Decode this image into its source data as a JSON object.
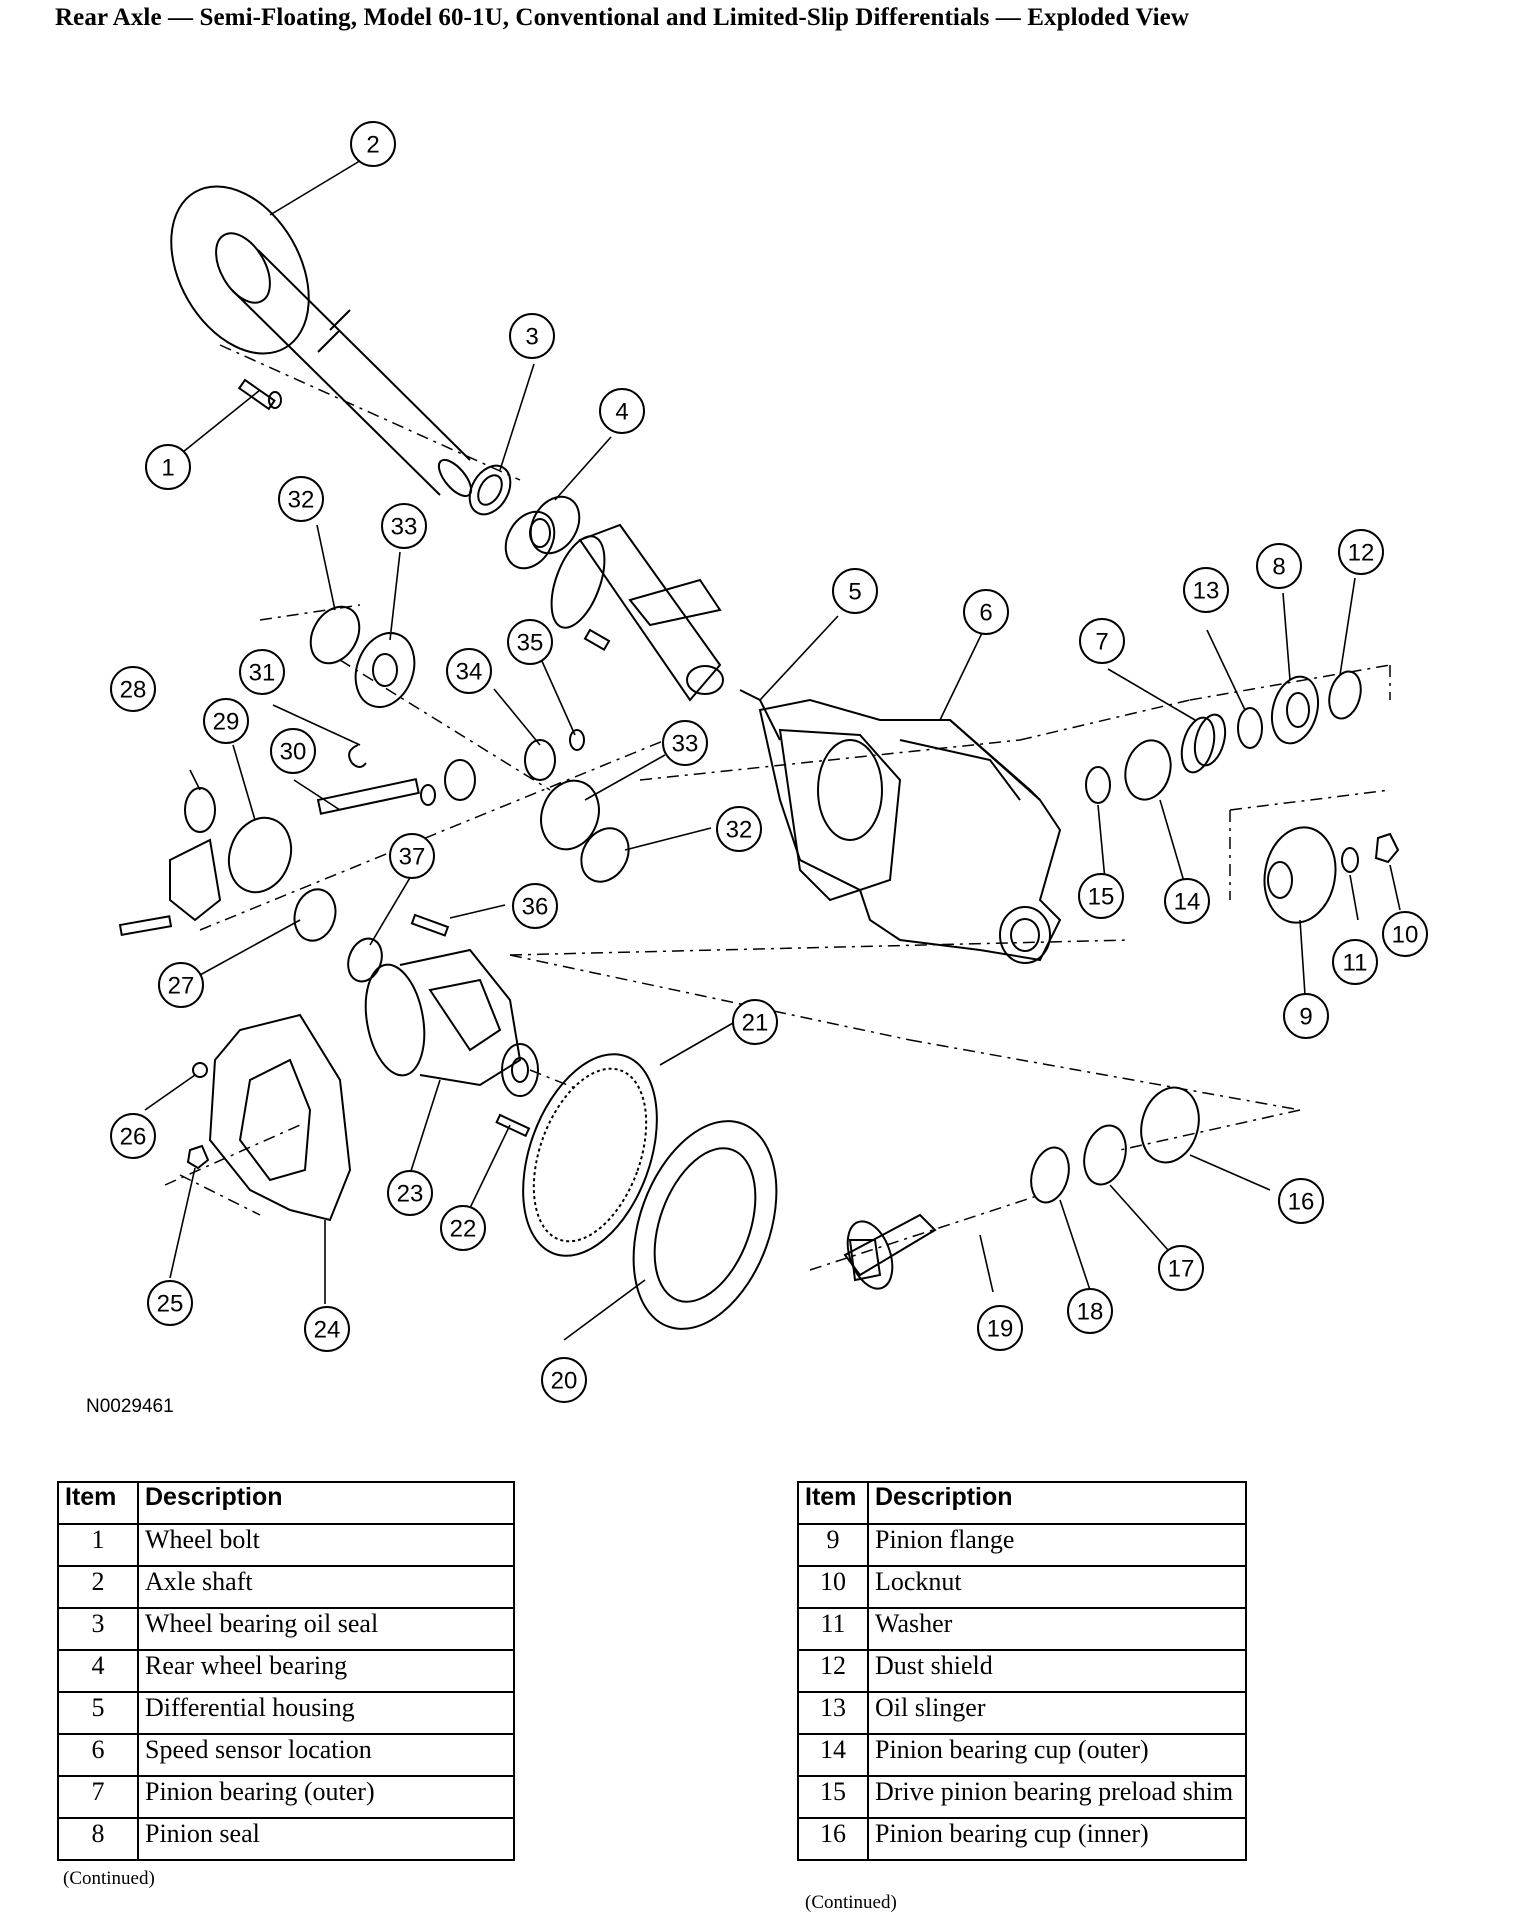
{
  "title": "Rear Axle — Semi-Floating, Model 60-1U, Conventional and Limited-Slip Differentials — Exploded View",
  "figure_id": "N0029461",
  "callouts": [
    "1",
    "2",
    "3",
    "4",
    "5",
    "6",
    "7",
    "8",
    "9",
    "10",
    "11",
    "12",
    "13",
    "14",
    "15",
    "16",
    "17",
    "18",
    "19",
    "20",
    "21",
    "22",
    "23",
    "24",
    "25",
    "26",
    "27",
    "28",
    "29",
    "30",
    "31",
    "32",
    "32",
    "33",
    "33",
    "34",
    "35",
    "36",
    "37"
  ],
  "table_left": {
    "headers": {
      "item": "Item",
      "description": "Description"
    },
    "rows": [
      {
        "item": "1",
        "description": "Wheel bolt"
      },
      {
        "item": "2",
        "description": "Axle shaft"
      },
      {
        "item": "3",
        "description": "Wheel bearing oil seal"
      },
      {
        "item": "4",
        "description": "Rear wheel bearing"
      },
      {
        "item": "5",
        "description": "Differential housing"
      },
      {
        "item": "6",
        "description": "Speed sensor location"
      },
      {
        "item": "7",
        "description": "Pinion bearing (outer)"
      },
      {
        "item": "8",
        "description": "Pinion seal"
      }
    ],
    "footer": "(Continued)"
  },
  "table_right": {
    "headers": {
      "item": "Item",
      "description": "Description"
    },
    "rows": [
      {
        "item": "9",
        "description": "Pinion flange"
      },
      {
        "item": "10",
        "description": "Locknut"
      },
      {
        "item": "11",
        "description": "Washer"
      },
      {
        "item": "12",
        "description": "Dust shield"
      },
      {
        "item": "13",
        "description": "Oil slinger"
      },
      {
        "item": "14",
        "description": "Pinion bearing cup (outer)"
      },
      {
        "item": "15",
        "description": "Drive pinion bearing preload shim"
      },
      {
        "item": "16",
        "description": "Pinion bearing cup (inner)"
      }
    ],
    "footer": "(Continued)"
  }
}
